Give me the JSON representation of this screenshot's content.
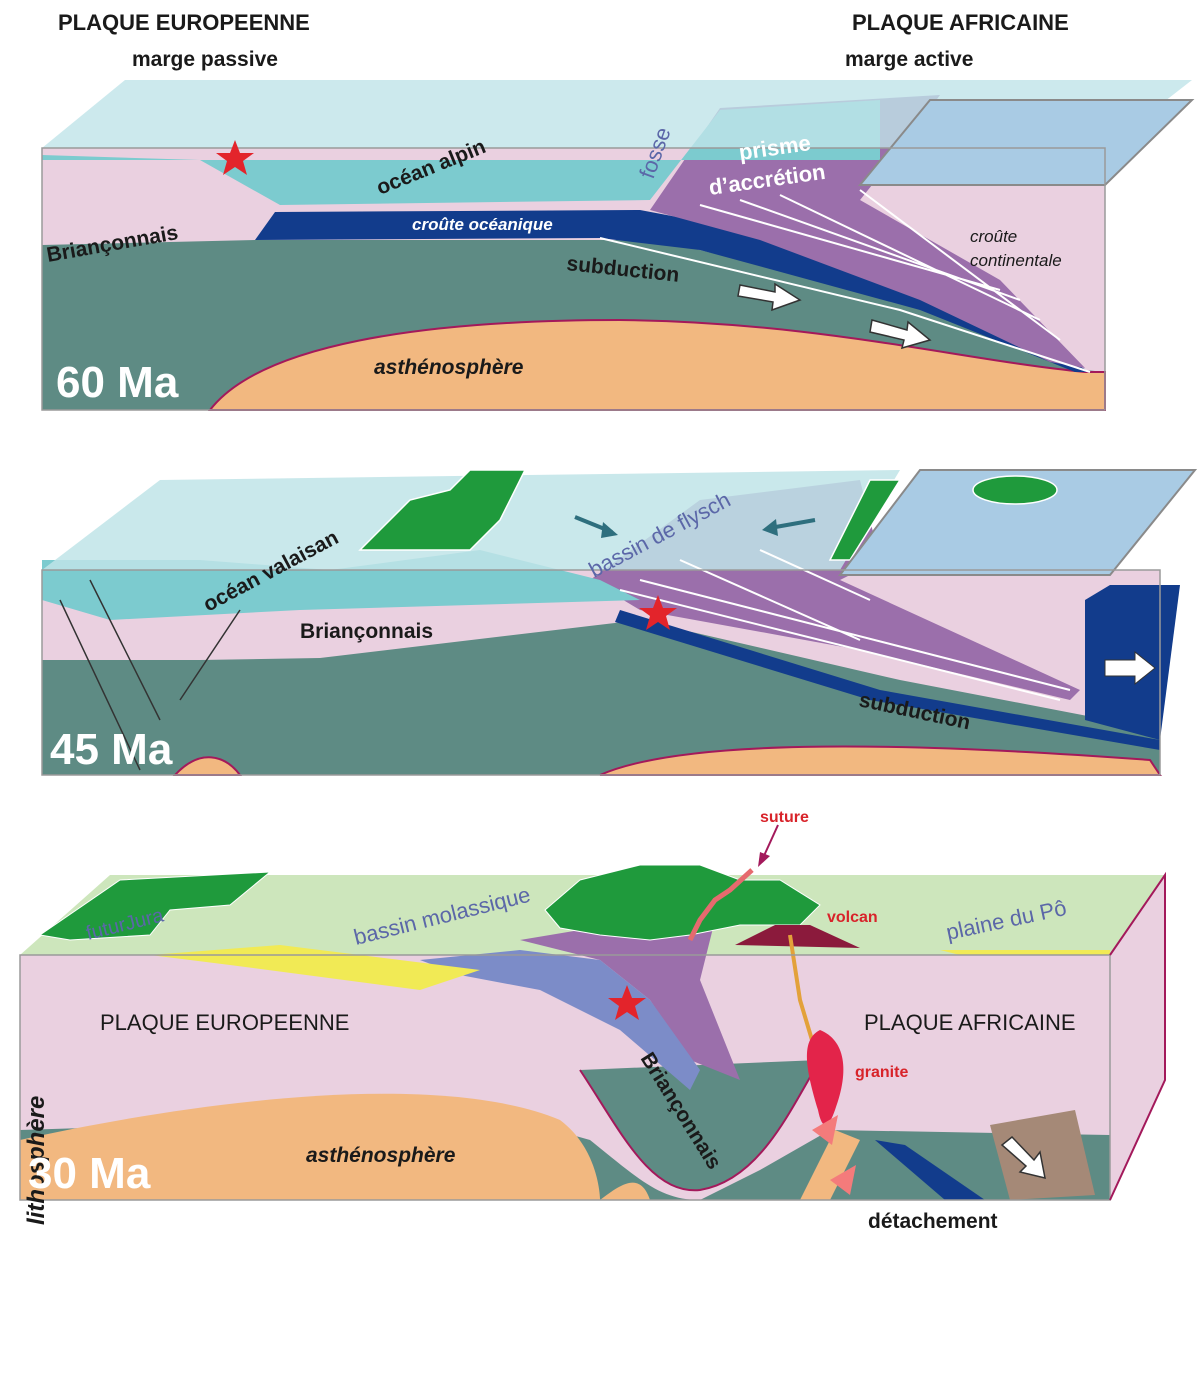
{
  "headers": {
    "left_plate": "PLAQUE EUROPEENNE",
    "left_margin": "marge passive",
    "right_plate": "PLAQUE AFRICAINE",
    "right_margin": "marge active"
  },
  "panel_60": {
    "age": "60 Ma",
    "ocean": "océan alpin",
    "trench": "fosse",
    "prism_line1": "prisme",
    "prism_line2": "d’accrétion",
    "oceanic_crust": "croûte océanique",
    "brianconnais": "Briançonnais",
    "subduction": "subduction",
    "continental_line1": "croûte",
    "continental_line2": "continentale",
    "asthenosphere": "asthénosphère"
  },
  "panel_45": {
    "age": "45 Ma",
    "ocean": "océan valaisan",
    "flysch": "bassin de flysch",
    "brianconnais": "Briançonnais",
    "subduction": "subduction"
  },
  "panel_30": {
    "age": "30 Ma",
    "suture": "suture",
    "jura": "futurJura",
    "molasse": "bassin molassique",
    "volcano": "volcan",
    "po_plain": "plaine du Pô",
    "europe": "PLAQUE EUROPEENNE",
    "africa": "PLAQUE AFRICAINE",
    "granite": "granite",
    "brianconnais": "Briançonnais",
    "lithosphere": "lithosphère",
    "asthenosphere": "asthénosphère",
    "detachment": "détachement"
  },
  "colors": {
    "mantle": "#5e8b84",
    "crust": "#ead0e0",
    "asthenosphere": "#f2b880",
    "ocean": "#9fd8dc",
    "oceanic_crust": "#123c8c",
    "prism": "#9b6fab",
    "green": "#1f9a3c",
    "red": "#e3242b"
  }
}
